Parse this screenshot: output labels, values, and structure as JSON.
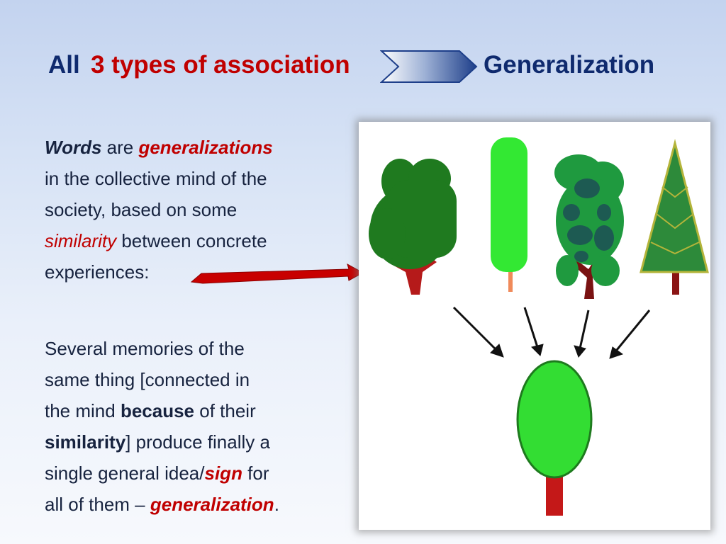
{
  "title": {
    "prefix": "All",
    "highlight": "3 types of association",
    "result": "Generalization"
  },
  "paragraph1": {
    "lines": [
      [
        {
          "text": "Words",
          "style": "bi"
        },
        {
          "text": " are ",
          "style": "n"
        },
        {
          "text": "generalizations",
          "style": "bir"
        }
      ],
      [
        {
          "text": "in the collective mind of the",
          "style": "n"
        }
      ],
      [
        {
          "text": "society, based on some",
          "style": "n"
        }
      ],
      [
        {
          "text": "similarity",
          "style": "ir"
        },
        {
          "text": " between concrete",
          "style": "n"
        }
      ],
      [
        {
          "text": "experiences:",
          "style": "n"
        }
      ]
    ]
  },
  "paragraph2": {
    "lines": [
      [
        {
          "text": "Several memories of the",
          "style": "n"
        }
      ],
      [
        {
          "text": "same thing [connected in",
          "style": "n"
        }
      ],
      [
        {
          "text": "the mind ",
          "style": "n"
        },
        {
          "text": "because",
          "style": "b"
        },
        {
          "text": " of their",
          "style": "n"
        }
      ],
      [
        {
          "text": "similarity",
          "style": "b"
        },
        {
          "text": "] produce finally a",
          "style": "n"
        }
      ],
      [
        {
          "text": "single general idea/",
          "style": "n"
        },
        {
          "text": "sign",
          "style": "bir"
        },
        {
          "text": " for",
          "style": "n"
        }
      ],
      [
        {
          "text": "all of them – ",
          "style": "n"
        },
        {
          "text": "generalization",
          "style": "bir"
        },
        {
          "text": ".",
          "style": "n"
        }
      ]
    ]
  },
  "colors": {
    "title_blue": "#0f2a6e",
    "accent_red": "#c00000",
    "body_text": "#17233f",
    "tree_dark_green": "#1f7a1f",
    "tree_bright_green": "#33e833",
    "trunk_red": "#b51a1a"
  },
  "icons": [
    "chevron-arrow-icon",
    "red-pointer-arrow-icon",
    "tree-icon",
    "black-arrow-icon"
  ]
}
